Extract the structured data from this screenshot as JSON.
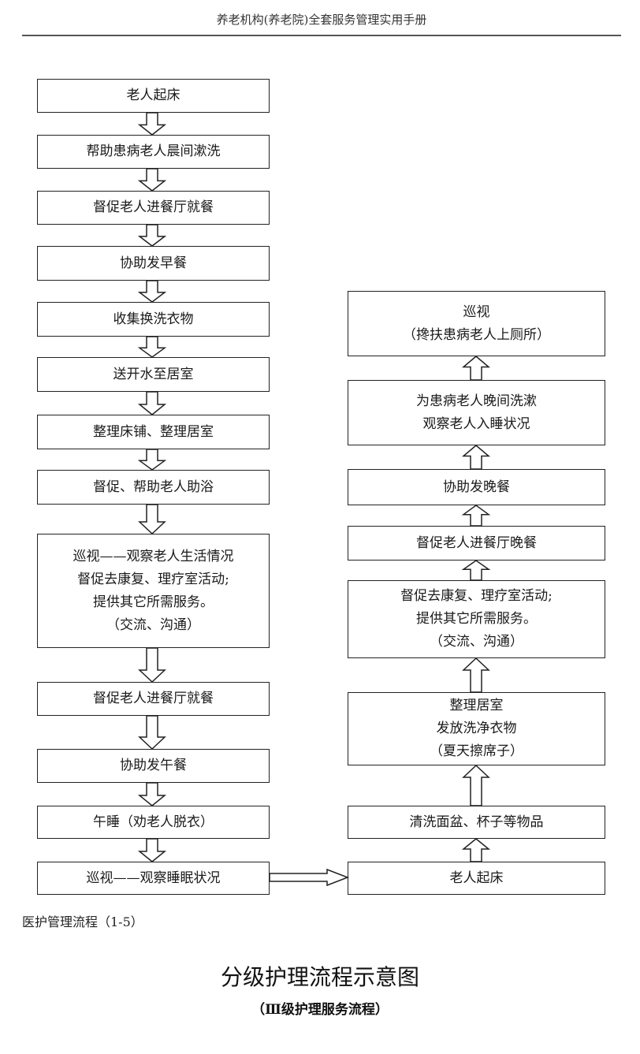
{
  "header": {
    "text": "养老机构(养老院)全套服务管理实用手册"
  },
  "flow_left": [
    {
      "lines": [
        "老人起床"
      ]
    },
    {
      "lines": [
        "帮助患病老人晨间漱洗"
      ]
    },
    {
      "lines": [
        "督促老人进餐厅就餐"
      ]
    },
    {
      "lines": [
        "协助发早餐"
      ]
    },
    {
      "lines": [
        "收集换洗衣物"
      ]
    },
    {
      "lines": [
        "送开水至居室"
      ]
    },
    {
      "lines": [
        "整理床铺、整理居室"
      ]
    },
    {
      "lines": [
        "督促、帮助老人助浴"
      ]
    },
    {
      "lines": [
        "巡视——观察老人生活情况",
        "督促去康复、理疗室活动;",
        "提供其它所需服务。",
        "（交流、沟通）"
      ]
    },
    {
      "lines": [
        "督促老人进餐厅就餐"
      ]
    },
    {
      "lines": [
        "协助发午餐"
      ]
    },
    {
      "lines": [
        "午睡（劝老人脱衣）"
      ]
    },
    {
      "lines": [
        "巡视——观察睡眠状况"
      ]
    }
  ],
  "flow_right": [
    {
      "lines": [
        "巡视",
        "（搀扶患病老人上厕所）"
      ]
    },
    {
      "lines": [
        "为患病老人晚间洗漱",
        "观察老人入睡状况"
      ]
    },
    {
      "lines": [
        "协助发晚餐"
      ]
    },
    {
      "lines": [
        "督促老人进餐厅晚餐"
      ]
    },
    {
      "lines": [
        "督促去康复、理疗室活动;",
        "提供其它所需服务。",
        "（交流、沟通）"
      ]
    },
    {
      "lines": [
        "整理居室",
        "发放洗净衣物",
        "（夏天擦席子）"
      ]
    },
    {
      "lines": [
        "清洗面盆、杯子等物品"
      ]
    },
    {
      "lines": [
        "老人起床"
      ]
    }
  ],
  "caption": {
    "text": "医护管理流程（1-5）"
  },
  "title": {
    "text": "分级护理流程示意图"
  },
  "subtitle": {
    "text": "（Ⅲ级护理服务流程）"
  }
}
